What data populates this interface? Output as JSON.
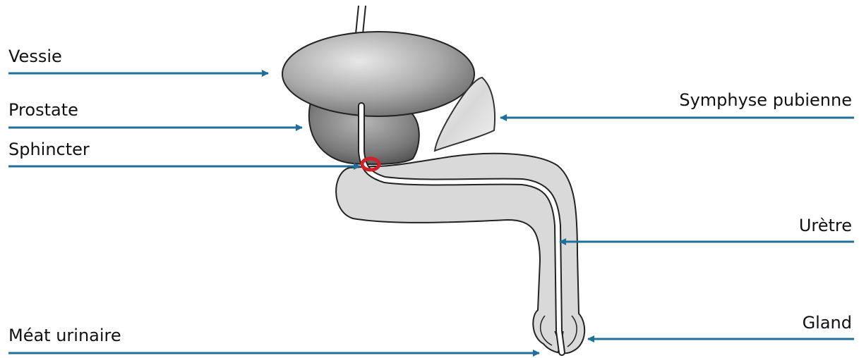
{
  "labels": {
    "vessie": "Vessie",
    "prostate": "Prostate",
    "sphincter": "Sphincter",
    "meat": "Méat urinaire",
    "symphyse": "Symphyse pubienne",
    "uretre": "Urètre",
    "gland": "Gland"
  },
  "colors": {
    "arrow": "#1f6f9a",
    "sphincter_ring": "#d0202a",
    "organ_outline": "#222222",
    "penis_fill": "#d9d9d9",
    "bladder_fill": "#a8a8a8",
    "prostate_fill": "#7f7f7f"
  }
}
